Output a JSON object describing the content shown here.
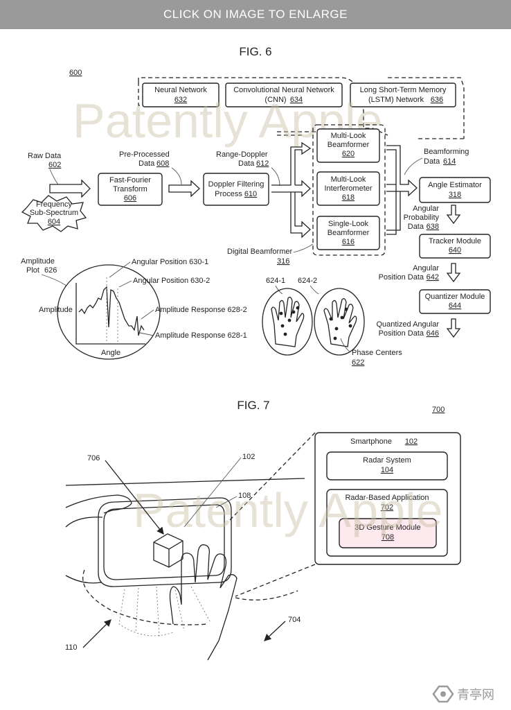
{
  "banner": {
    "text": "CLICK ON IMAGE TO ENLARGE"
  },
  "fig6": {
    "title": "FIG. 6",
    "ref": "600",
    "watermark": "Patently Apple",
    "nn_boxes": [
      {
        "line1": "Neural Network",
        "line2": "",
        "num": "632"
      },
      {
        "line1": "Convolutional Neural Network",
        "line2": "(CNN)",
        "num": "634"
      },
      {
        "line1": "Long Short-Term Memory",
        "line2": "(LSTM) Network",
        "num": "636"
      }
    ],
    "raw_data": {
      "line1": "Raw Data",
      "num": "602"
    },
    "freq": {
      "line1": "Frequency",
      "line2": "Sub-Spectrum",
      "num": "604"
    },
    "fft": {
      "line1": "Fast-Fourier",
      "line2": "Transform",
      "num": "606"
    },
    "preproc": {
      "line1": "Pre-Processed",
      "line2": "Data",
      "num": "608"
    },
    "range_doppler": {
      "line1": "Range-Doppler",
      "line2": "Data",
      "num": "612"
    },
    "doppler": {
      "line1": "Doppler Filtering",
      "line2": "Process",
      "num": "610"
    },
    "beamformers": [
      {
        "line1": "Multi-Look",
        "line2": "Beamformer",
        "num": "620"
      },
      {
        "line1": "Multi-Look",
        "line2": "Interferometer",
        "num": "618"
      },
      {
        "line1": "Single-Look",
        "line2": "Beamformer",
        "num": "616"
      }
    ],
    "digital_bf": {
      "line1": "Digital Beamformer",
      "num": "316"
    },
    "bf_data": {
      "line1": "Beamforming",
      "line2": "Data",
      "num": "614"
    },
    "angle_est": {
      "line1": "Angle Estimator",
      "num": "318"
    },
    "ang_prob": {
      "line1": "Angular",
      "line2": "Probability",
      "line3": "Data",
      "num": "638"
    },
    "tracker": {
      "line1": "Tracker Module",
      "num": "640"
    },
    "ang_pos": {
      "line1": "Angular",
      "line2": "Position Data",
      "num": "642"
    },
    "quantizer": {
      "line1": "Quantizer Module",
      "num": "644"
    },
    "quant_pos": {
      "line1": "Quantized Angular",
      "line2": "Position Data",
      "num": "646"
    },
    "amp_plot": {
      "line1": "Amplitude",
      "line2": "Plot",
      "num": "626"
    },
    "amp_axis": "Amplitude",
    "angle_axis": "Angle",
    "ang_pos_1": "Angular Position 630-1",
    "ang_pos_2": "Angular Position 630-2",
    "amp_resp_2": "Amplitude Response 628-2",
    "amp_resp_1": "Amplitude Response 628-1",
    "hand_1": "624-1",
    "hand_2": "624-2",
    "phase": {
      "line1": "Phase Centers",
      "num": "622"
    }
  },
  "fig7": {
    "title": "FIG. 7",
    "ref": "700",
    "watermark": "Patently Apple",
    "smartphone": {
      "line1": "Smartphone",
      "num": "102"
    },
    "radar": {
      "line1": "Radar System",
      "num": "104"
    },
    "radar_app": {
      "line1": "Radar-Based Application",
      "num": "702"
    },
    "gesture": {
      "line1": "3D Gesture Module",
      "num": "708"
    },
    "ref_706": "706",
    "ref_102": "102",
    "ref_108": "108",
    "ref_704": "704",
    "ref_110": "110"
  },
  "logo": {
    "text": "青亭网"
  },
  "colors": {
    "banner": "#9a9a9a",
    "gesture_fill": "#fde9ee",
    "watermark": "#c8bfa3"
  }
}
